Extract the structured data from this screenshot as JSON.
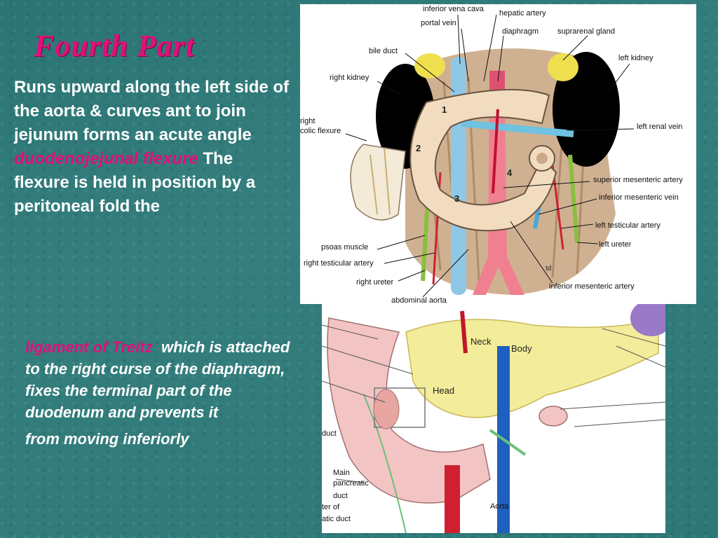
{
  "slide": {
    "title": "Fourth Part",
    "para1": {
      "text_before": "Runs upward along the left side of the aorta & curves ant to join jejunum forms an acute angle ",
      "highlight": "duodenojejunal flexure",
      "text_after": " The flexure is held in position by a peritoneal fold the"
    },
    "para2": {
      "highlight": "ligament of Treitz",
      "text_middle": "which is attached to the right curse of the diaphragm, fixes the terminal part of the duodenum and prevents it",
      "text_last": "from moving inferiorly"
    },
    "colors": {
      "background": "#2f7b7a",
      "title": "#e0107a",
      "highlight": "#e0107a",
      "text": "#ffffff"
    }
  },
  "figure_top": {
    "labels": {
      "ivc": "inferior vena cava",
      "hepatic_artery": "hepatic artery",
      "portal_vein": "portal vein",
      "diaphragm": "diaphragm",
      "suprarenal_gland": "suprarenal gland",
      "bile_duct": "bile duct",
      "left_kidney": "left kidney",
      "right_kidney": "right kidney",
      "right_colic_flexure_1": "right",
      "right_colic_flexure_2": "colic flexure",
      "left_renal_vein": "left renal vein",
      "superior_mesenteric_artery": "superior mesenteric artery",
      "inferior_mesenteric_vein": "inferior mesenteric vein",
      "left_testicular_artery": "left testicular artery",
      "left_ureter": "left ureter",
      "psoas_muscle": "psoas muscle",
      "right_testicular_artery": "right testicular artery",
      "right_ureter": "right ureter",
      "inferior_mesenteric_artery": "inferior mesenteric artery",
      "abdominal_aorta": "abdominal aorta",
      "part1": "1",
      "part2": "2",
      "part3": "3",
      "part4": "4",
      "td": "td"
    }
  },
  "figure_bottom": {
    "labels": {
      "neck": "Neck",
      "body": "Body",
      "head": "Head",
      "duct": "duct",
      "main": "Main",
      "pancreatic": "pancreatic",
      "duct2": "duct",
      "ter_of": "ter of",
      "atic_duct": "atic duct",
      "aorta": "Aorta"
    }
  }
}
